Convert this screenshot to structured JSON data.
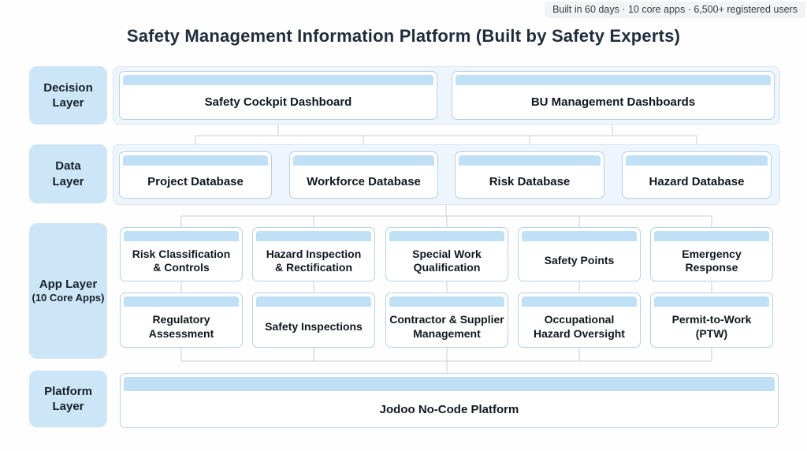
{
  "badge": {
    "text": "Built in 60 days · 10 core apps · 6,500+ registered users"
  },
  "title": "Safety Management Information Platform (Built by Safety Experts)",
  "colors": {
    "card_header_strip": "#bfe0f5",
    "layer_label_bg": "#cde6f7",
    "layer_container_bg": "#eef5fc",
    "card_border": "#b3d2e7",
    "connector_line": "#c9ced3",
    "title_text": "#1f2d3d",
    "badge_bg": "#f1f3f4"
  },
  "layers": {
    "decision": {
      "label": "Decision\nLayer",
      "cards": [
        "Safety Cockpit Dashboard",
        "BU Management Dashboards"
      ]
    },
    "data": {
      "label": "Data\nLayer",
      "cards": [
        "Project Database",
        "Workforce Database",
        "Risk Database",
        "Hazard Database"
      ]
    },
    "app": {
      "label": "App Layer",
      "sublabel": "(10 Core Apps)",
      "cards_row1": [
        "Risk Classification\n& Controls",
        "Hazard Inspection\n& Rectification",
        "Special Work\nQualification",
        "Safety Points",
        "Emergency\nResponse"
      ],
      "cards_row2": [
        "Regulatory\nAssessment",
        "Safety Inspections",
        "Contractor & Supplier\nManagement",
        "Occupational\nHazard Oversight",
        "Permit-to-Work\n(PTW)"
      ]
    },
    "platform": {
      "label": "Platform\nLayer",
      "cards": [
        "Jodoo No-Code Platform"
      ]
    }
  }
}
